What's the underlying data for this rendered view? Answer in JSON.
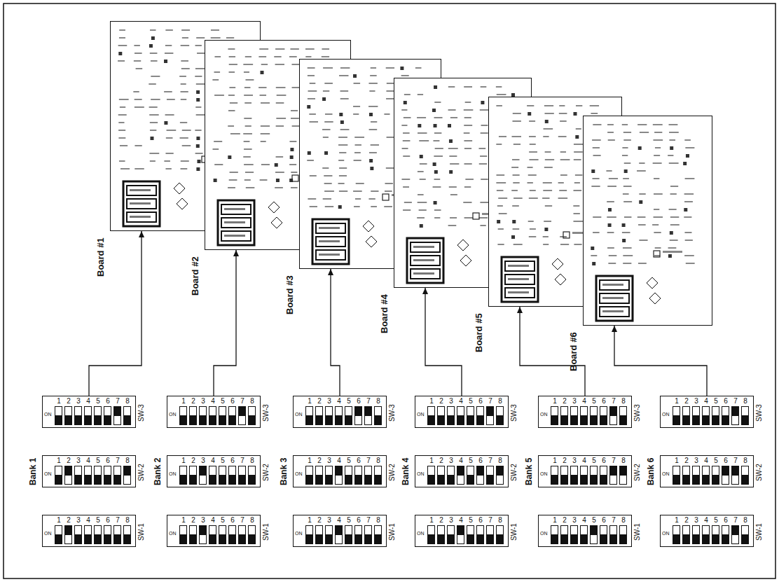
{
  "diagram": {
    "nodes": [
      {
        "text": [
          "Board #1"
        ]
      },
      {
        "text": [
          "Board #2"
        ]
      },
      {
        "text": [
          "Board #3"
        ]
      },
      {
        "text": [
          "Board #4"
        ]
      },
      {
        "text": [
          "Board #5"
        ]
      },
      {
        "text": [
          "Board #6"
        ]
      },
      {
        "text": [
          "ON",
          "1",
          "2",
          "3",
          "4",
          "5",
          "6",
          "7",
          "8",
          "SW-3"
        ]
      },
      {
        "text": [
          "ON",
          "1",
          "2",
          "3",
          "4",
          "5",
          "6",
          "7",
          "8",
          "SW-3"
        ]
      },
      {
        "text": [
          "ON",
          "1",
          "2",
          "3",
          "4",
          "5",
          "6",
          "7",
          "8",
          "SW-3"
        ]
      },
      {
        "text": [
          "ON",
          "1",
          "2",
          "3",
          "4",
          "5",
          "6",
          "7",
          "8",
          "SW-3"
        ]
      },
      {
        "text": [
          "ON",
          "1",
          "2",
          "3",
          "4",
          "5",
          "6",
          "7",
          "8",
          "SW-3"
        ]
      },
      {
        "text": [
          "ON",
          "1",
          "2",
          "3",
          "4",
          "5",
          "6",
          "7",
          "8",
          "SW-3"
        ]
      },
      {
        "text": [
          "ON",
          "1",
          "2",
          "3",
          "4",
          "5",
          "6",
          "7",
          "8",
          "SW-2"
        ]
      },
      {
        "text": [
          "ON",
          "1",
          "2",
          "3",
          "4",
          "5",
          "6",
          "7",
          "8",
          "SW-2"
        ]
      },
      {
        "text": [
          "ON",
          "1",
          "2",
          "3",
          "4",
          "5",
          "6",
          "7",
          "8",
          "SW-2"
        ]
      },
      {
        "text": [
          "ON",
          "1",
          "2",
          "3",
          "4",
          "5",
          "6",
          "7",
          "8",
          "SW-2"
        ]
      },
      {
        "text": [
          "ON",
          "1",
          "2",
          "3",
          "4",
          "5",
          "6",
          "7",
          "8",
          "SW-2"
        ]
      },
      {
        "text": [
          "ON",
          "1",
          "2",
          "3",
          "4",
          "5",
          "6",
          "7",
          "8",
          "SW-2"
        ]
      },
      {
        "text": [
          "ON",
          "1",
          "2",
          "3",
          "4",
          "5",
          "6",
          "7",
          "8",
          "SW-1"
        ]
      },
      {
        "text": [
          "ON",
          "1",
          "2",
          "3",
          "4",
          "5",
          "6",
          "7",
          "8",
          "SW-1"
        ]
      },
      {
        "text": [
          "ON",
          "1",
          "2",
          "3",
          "4",
          "5",
          "6",
          "7",
          "8",
          "SW-1"
        ]
      },
      {
        "text": [
          "ON",
          "1",
          "2",
          "3",
          "4",
          "5",
          "6",
          "7",
          "8",
          "SW-1"
        ]
      },
      {
        "text": [
          "ON",
          "1",
          "2",
          "3",
          "4",
          "5",
          "6",
          "7",
          "8",
          "SW-1"
        ]
      },
      {
        "text": [
          "ON",
          "1",
          "2",
          "3",
          "4",
          "5",
          "6",
          "7",
          "8",
          "SW-1"
        ]
      }
    ],
    "edges": [
      {
        "from": 6,
        "to": 0,
        "arrow": "to"
      },
      {
        "from": 7,
        "to": 1,
        "arrow": "to"
      },
      {
        "from": 8,
        "to": 2,
        "arrow": "to"
      },
      {
        "from": 9,
        "to": 3,
        "arrow": "to"
      },
      {
        "from": 10,
        "to": 4,
        "arrow": "to"
      },
      {
        "from": 11,
        "to": 5,
        "arrow": "to"
      }
    ],
    "labels": [
      "Bank 1",
      "Bank 2",
      "Bank 3",
      "Bank 4",
      "Bank 5",
      "Bank 6"
    ]
  }
}
